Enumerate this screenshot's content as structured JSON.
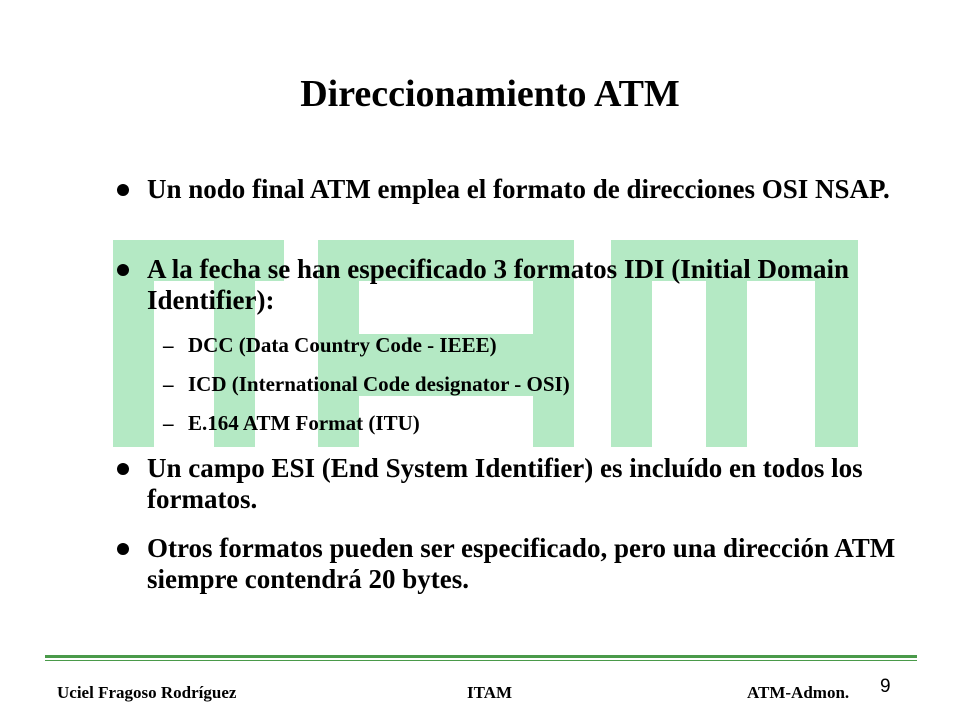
{
  "slide": {
    "title": "Direccionamiento ATM",
    "bullets": [
      "Un nodo final ATM emplea el formato de direcciones OSI NSAP.",
      "A la fecha se han especificado 3 formatos IDI (Initial Domain Identifier):",
      "Un campo ESI (End System Identifier) es incluído en todos los formatos.",
      "Otros formatos pueden ser especificado, pero una dirección ATM siempre contendrá 20 bytes."
    ],
    "sub_bullets": [
      "DCC (Data Country Code - IEEE)",
      "ICD (International Code designator - OSI)",
      "E.164 ATM Format (ITU)"
    ],
    "dash": "–"
  },
  "footer": {
    "author": "Uciel Fragoso Rodríguez",
    "institution": "ITAM",
    "course": "ATM-Admon.",
    "page_number": "9"
  },
  "colors": {
    "watermark": "#b4e9c4",
    "rule": "#4a9a4a"
  }
}
